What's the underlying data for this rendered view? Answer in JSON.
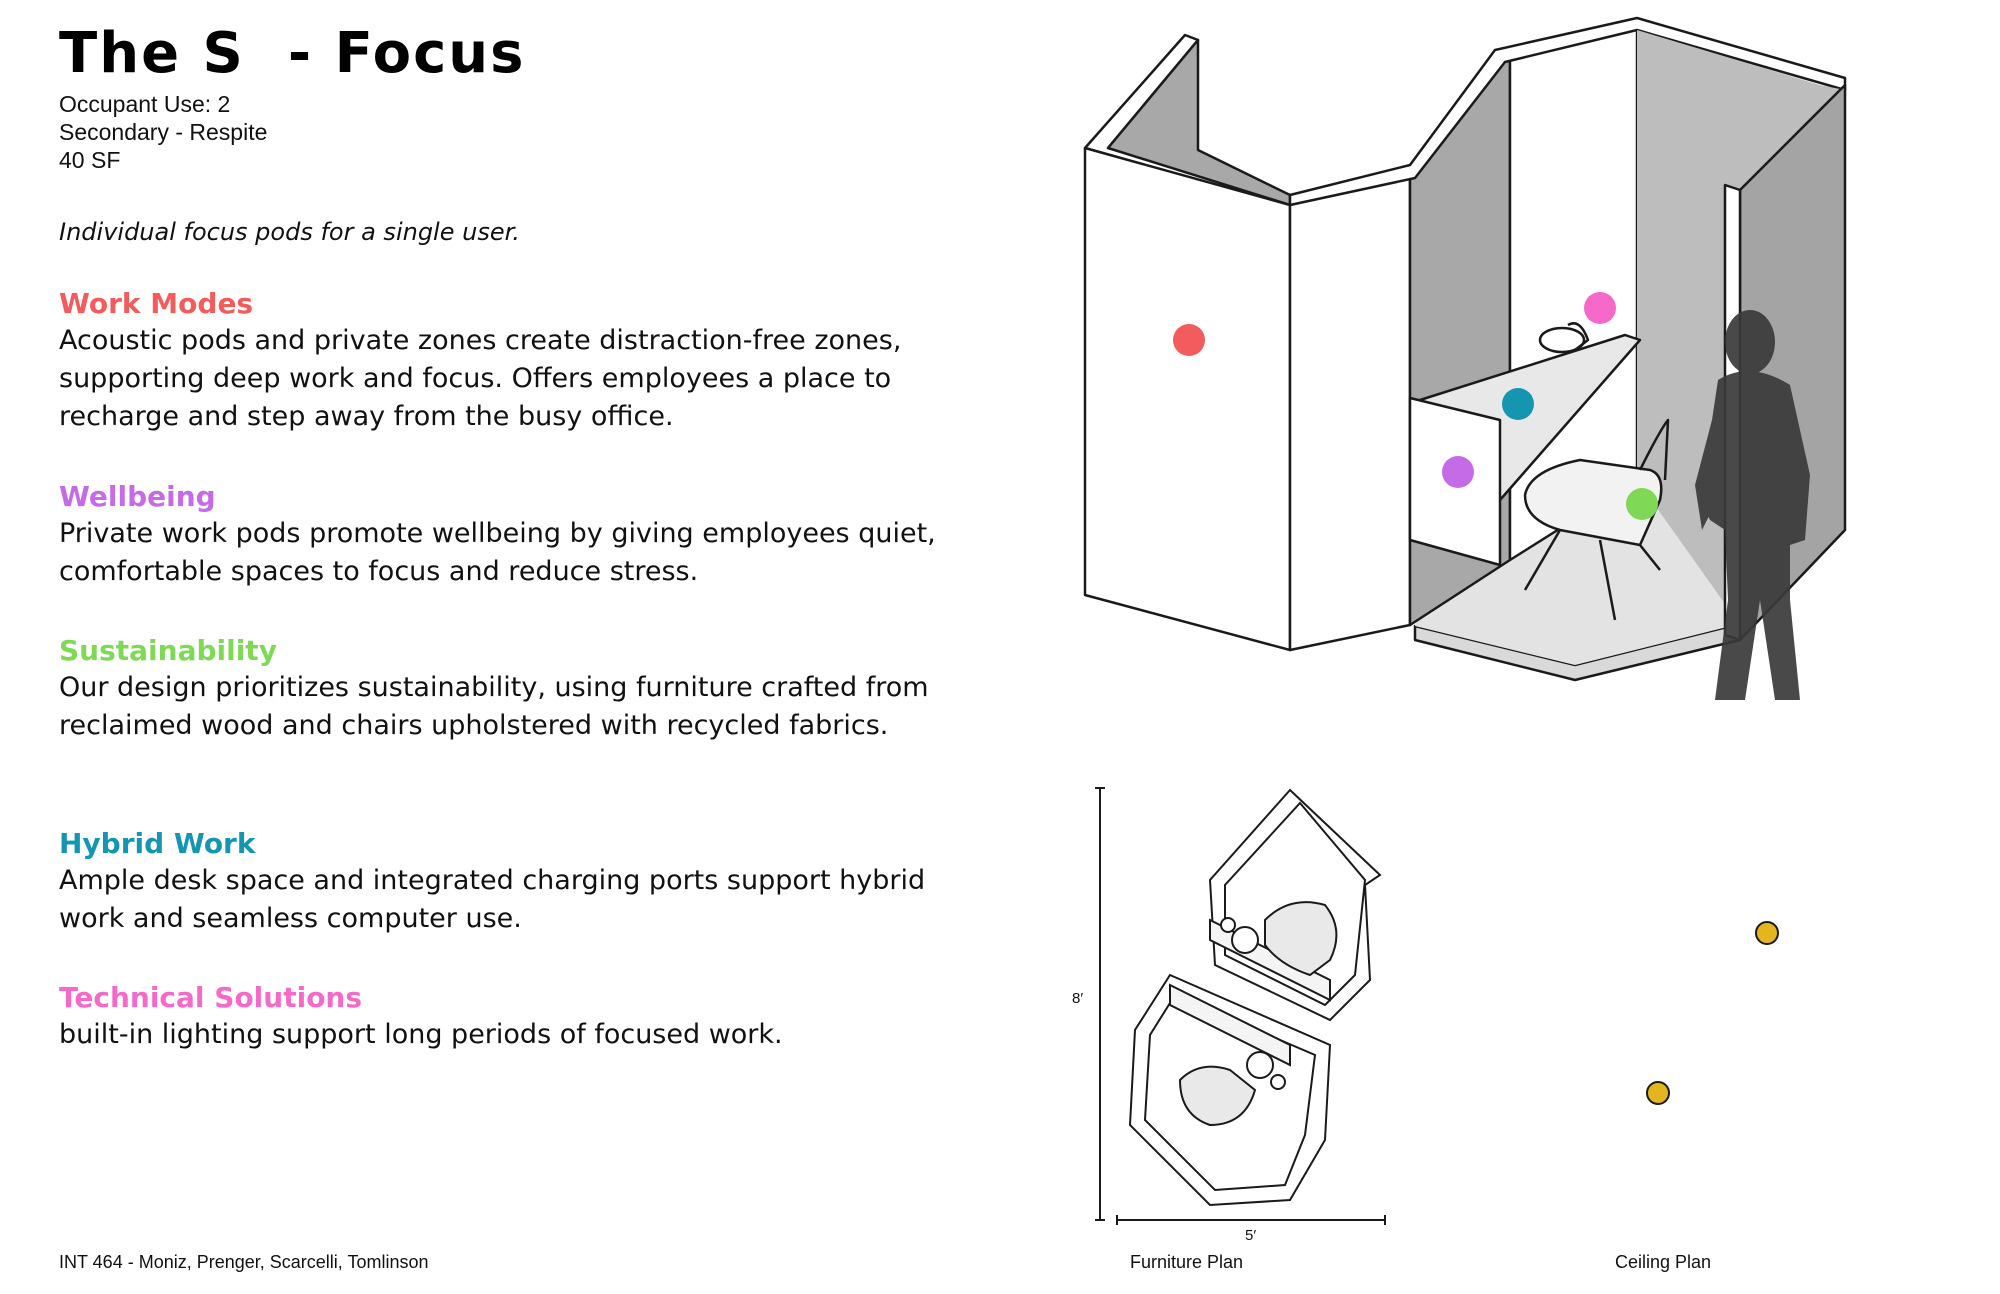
{
  "header": {
    "title": "The S  - Focus",
    "occupant_use": "Occupant Use: 2",
    "category": "Secondary - Respite",
    "area": "40 SF"
  },
  "tagline": "Individual focus pods for a single user.",
  "sections": [
    {
      "heading": "Work Modes",
      "color": "#f25c5c",
      "body": "Acoustic pods and private zones create distraction-free zones, supporting deep work and focus. Offers employees a place to recharge and step away from the busy office."
    },
    {
      "heading": "Wellbeing",
      "color": "#c56be8",
      "body": "Private work pods promote wellbeing by giving employees quiet, comfortable spaces to focus and reduce stress."
    },
    {
      "heading": "Sustainability",
      "color": "#7fd957",
      "body": "Our design prioritizes sustainability, using furniture crafted from reclaimed wood and chairs upholstered with recycled fabrics."
    },
    {
      "heading": "Hybrid Work",
      "color": "#1596b0",
      "body": "Ample desk space and integrated charging ports support hybrid work and seamless computer use."
    },
    {
      "heading": "Technical Solutions",
      "color": "#f56ac8",
      "body": "built-in lighting support long periods of focused work."
    }
  ],
  "plan": {
    "height_label": "8′",
    "width_label": "5′"
  },
  "footer": {
    "credits": "INT 464 - Moniz, Prenger, Scarcelli, Tomlinson",
    "furniture_plan": "Furniture Plan",
    "ceiling_plan": "Ceiling Plan"
  },
  "colors": {
    "work_modes_dot": "#f25c5c",
    "wellbeing_dot": "#c56be8",
    "sustainability_dot": "#7fd957",
    "hybrid_dot": "#1596b0",
    "technical_dot": "#f56ac8",
    "ceiling_light": "#e3b51f"
  }
}
